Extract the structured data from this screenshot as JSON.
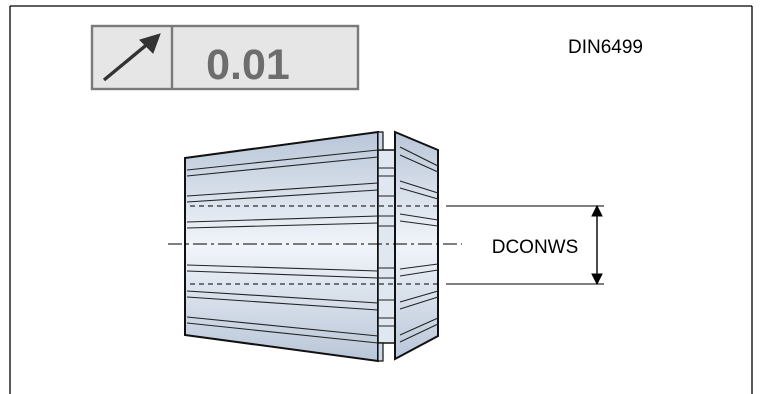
{
  "tolerance_box": {
    "symbol_icon": "runout-arrow-icon",
    "value": "0.01",
    "fill": "#e6e6e6",
    "border": "#7a7a7a",
    "text_color": "#6d6d6d"
  },
  "standard_label": "DIN6499",
  "dimension_label": "DCONWS",
  "colors": {
    "collet_body": "#cdd8e6",
    "collet_highlight": "#eef3f9",
    "collet_outline": "#111111",
    "line": "#000000"
  }
}
